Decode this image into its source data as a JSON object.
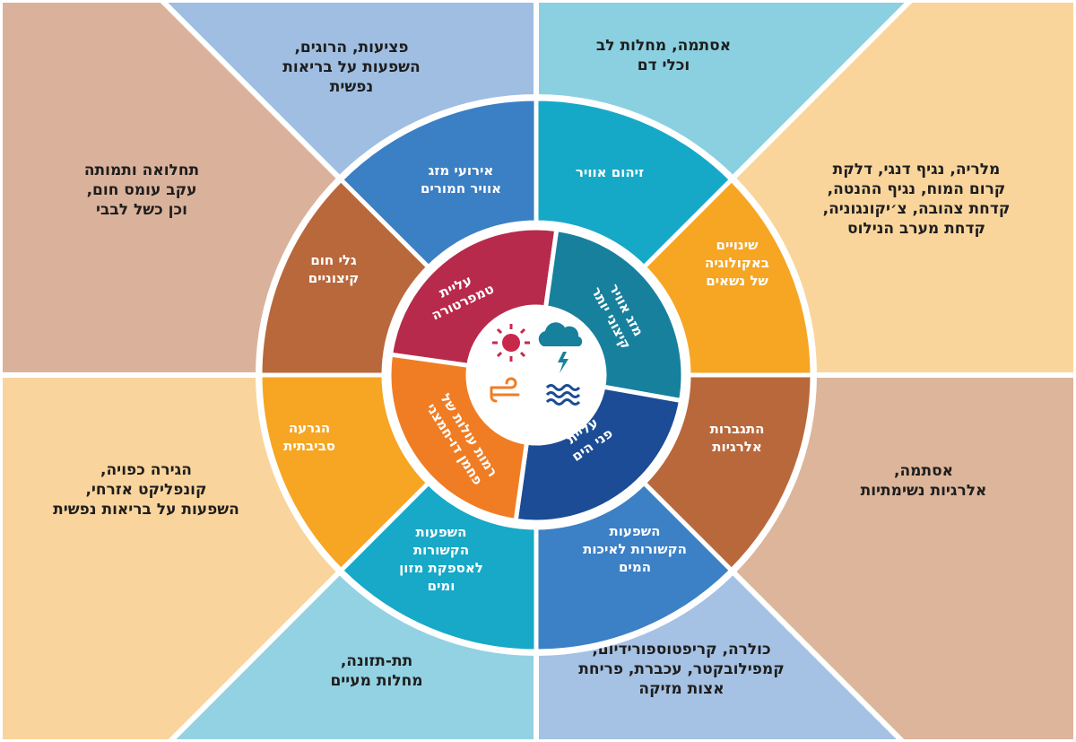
{
  "diagram": {
    "background_sectors": [
      {
        "id": "mental-health",
        "lines": [
          "פציעות, הרוגים,",
          "השפעות על בריאות",
          "נפשית"
        ],
        "color": "#9fbee2"
      },
      {
        "id": "asthma-heart",
        "lines": [
          "אסתמה, מחלות לב",
          "וכלי דם"
        ],
        "color": "#8bd0e0"
      },
      {
        "id": "vector-diseases",
        "lines": [
          "מלריה, נגיף דנגי, דלקת",
          "קרום המוח, נגיף ההנטה,",
          "קדחת צהובה, צ׳יקונגוניה,",
          "קדחת מערב הנילוס"
        ],
        "color": "#f9d59c"
      },
      {
        "id": "allergies",
        "lines": [
          "אסתמה,",
          "אלרגיות נשימתיות"
        ],
        "color": "#dcb59b"
      },
      {
        "id": "waterborne",
        "lines": [
          "כולרה, קריפטוספורידיום,",
          "קמפילובקטר, עכברת, פריחת",
          "אצות מזיקה"
        ],
        "color": "#a5c1e3"
      },
      {
        "id": "malnutrition",
        "lines": [
          "תת-תזונה,",
          "מחלות מעיים"
        ],
        "color": "#93d2e3"
      },
      {
        "id": "migration",
        "lines": [
          "הגירה כפויה,",
          "קונפליקט אזרחי,",
          "השפעות על בריאות נפשית"
        ],
        "color": "#f9d49c"
      },
      {
        "id": "heat-stress",
        "lines": [
          "תחלואה ותמותה",
          "עקב עומס חום,",
          "וכן כשל לבבי"
        ],
        "color": "#dab29b"
      }
    ],
    "outer_ring": [
      {
        "id": "severe-weather",
        "lines": [
          "אירועי מזג",
          "אוויר חמורים"
        ],
        "color": "#3b7fc4"
      },
      {
        "id": "air-pollution",
        "lines": [
          "זיהום אוויר"
        ],
        "color": "#16a9c7"
      },
      {
        "id": "vector-ecology",
        "lines": [
          "שינויים",
          "באקולוגיה",
          "של נשאים"
        ],
        "color": "#f6a623"
      },
      {
        "id": "allergens",
        "lines": [
          "התגברות",
          "אלרגיות"
        ],
        "color": "#b9683b"
      },
      {
        "id": "water-quality",
        "lines": [
          "השפעות",
          "הקשורות לאיכות",
          "המים"
        ],
        "color": "#3c80c6"
      },
      {
        "id": "food-water-supply",
        "lines": [
          "השפעות",
          "הקשורות",
          "לאספקת מזון",
          "ומים"
        ],
        "color": "#17a9c7"
      },
      {
        "id": "environmental-degradation",
        "lines": [
          "הגרעה",
          "סביבתית"
        ],
        "color": "#f6a623"
      },
      {
        "id": "extreme-heat",
        "lines": [
          "גלי חום",
          "קיצוניים"
        ],
        "color": "#b9683b"
      }
    ],
    "inner_ring": [
      {
        "id": "rising-temperature",
        "lines": [
          "עליית",
          "טמפרטורה"
        ],
        "color": "#b82a4b",
        "icon": "sun-icon"
      },
      {
        "id": "extreme-weather",
        "lines": [
          "מזג אוויר",
          "קיצוני יותר"
        ],
        "color": "#17809d",
        "icon": "storm-cloud-icon"
      },
      {
        "id": "sea-level-rise",
        "lines": [
          "עליית",
          "פני הים"
        ],
        "color": "#1b4c95",
        "icon": "waves-icon"
      },
      {
        "id": "rising-co2",
        "lines": [
          "רמות עולות של",
          "פחמן דו-חמצני"
        ],
        "color": "#f07d24",
        "icon": "wind-icon"
      }
    ]
  }
}
